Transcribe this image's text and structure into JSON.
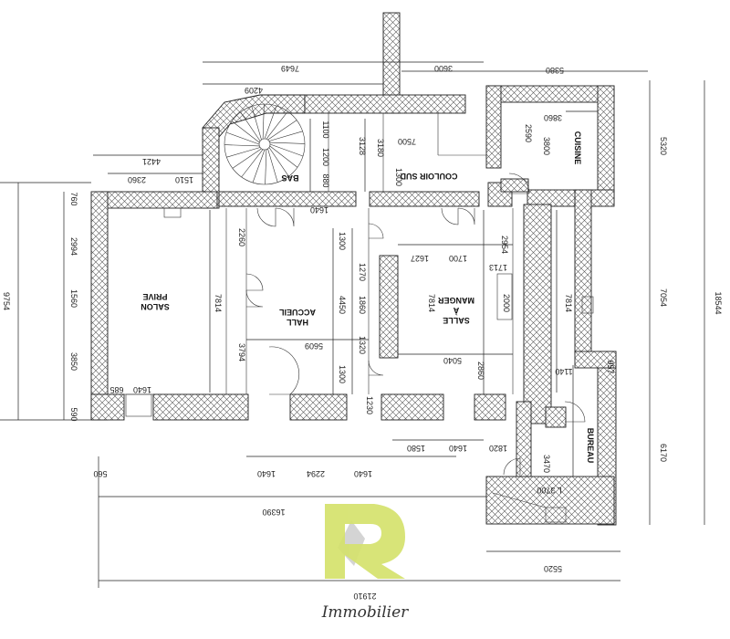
{
  "rooms": {
    "salon": [
      "SALON",
      "PRIVE"
    ],
    "hall": [
      "HALL",
      "ACCUEIL"
    ],
    "salle": [
      "SALLE",
      "À",
      "MANGER"
    ],
    "couloir": "COULOIR SUD",
    "cuisine": "CUISINE",
    "bureau": "BUREAU",
    "bas": "BAS"
  },
  "dimensions": {
    "top_4209": "4209",
    "top_7649": "7649",
    "top_3600": "3600",
    "top_5380": "5380",
    "top_3860": "3860",
    "top_1100": "1100",
    "top_3128": "3128",
    "top_7500": "7500",
    "top_1200": "1200",
    "top_3180": "3180",
    "top_880": "880",
    "top_1300a": "1300",
    "top_2590": "2590",
    "top_3800": "3800",
    "left_4421": "4421",
    "left_2360": "2360",
    "left_1510": "1510",
    "left_760": "760",
    "left_2994": "2994",
    "left_1560": "1560",
    "left_3850": "3850",
    "left_590": "590",
    "left_685": "685",
    "left_1640": "1640",
    "left_9754": "9754",
    "in_1640": "1640",
    "in_2260": "2260",
    "in_7814a": "7814",
    "in_3794": "3794",
    "in_1300b": "1300",
    "in_1270": "1270",
    "in_1860": "1860",
    "in_4450": "4450",
    "in_1320": "1320",
    "in_5609": "5609",
    "in_1300c": "1300",
    "in_1230": "1230",
    "in_1627": "1627",
    "in_1700": "1700",
    "in_2954": "2954",
    "in_1713": "1713",
    "in_2000": "2000",
    "in_7814b": "7814",
    "in_5040": "5040",
    "in_2860": "2860",
    "in_7814c": "7814",
    "in_1140": "1140",
    "in_957": "957",
    "right_5320": "5320",
    "right_7054": "7054",
    "right_6170": "6170",
    "right_18544": "18544",
    "bot_1580": "1580",
    "bot_1640a": "1640",
    "bot_1820": "1820",
    "bot_3470": "3470",
    "bot_560": "560",
    "bot_1640b": "1640",
    "bot_2294": "2294",
    "bot_1640c": "1640",
    "bot_3700": "L 3700",
    "bot_16390": "16390",
    "bot_5520": "5520",
    "bot_21910": "21910"
  },
  "logo": {
    "script_text": "Immobilier"
  },
  "colors": {
    "logo_green": "#d5e26c",
    "logo_shadow": "#c9c9c9",
    "line": "#222222"
  }
}
